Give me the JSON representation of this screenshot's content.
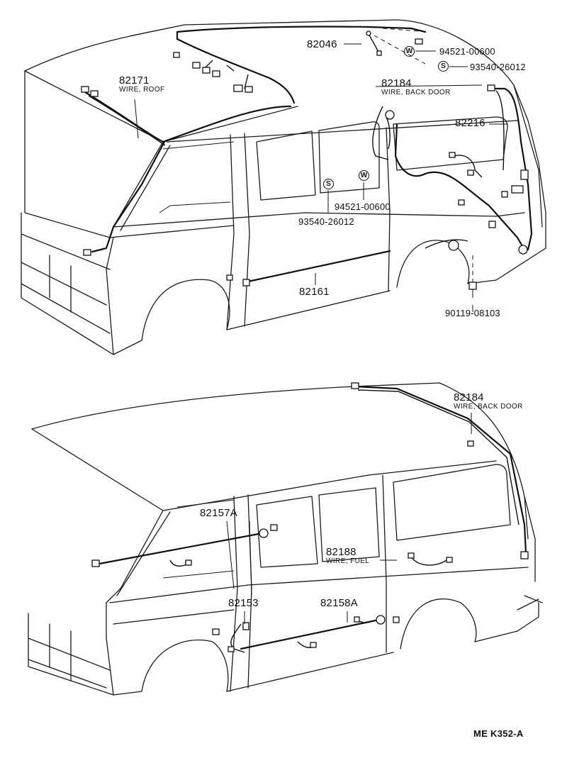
{
  "top_view": {
    "callouts": [
      {
        "id": "82046",
        "part": "82046"
      },
      {
        "id": "94521_top",
        "badge": "W",
        "part": "94521-00600"
      },
      {
        "id": "93540_top",
        "badge": "S",
        "part": "93540-26012"
      },
      {
        "id": "82171",
        "part": "82171",
        "desc": "WIRE, ROOF"
      },
      {
        "id": "82184_top",
        "part": "82184",
        "desc": "WIRE, BACK DOOR"
      },
      {
        "id": "82216",
        "part": "82216"
      },
      {
        "id": "93540_mid",
        "badge": "S",
        "part": "93540-26012"
      },
      {
        "id": "94521_mid",
        "badge": "W",
        "part": "94521-00600"
      },
      {
        "id": "82161",
        "part": "82161"
      },
      {
        "id": "90119",
        "part": "90119-08103"
      }
    ]
  },
  "bottom_view": {
    "callouts": [
      {
        "id": "82184_bot",
        "part": "82184",
        "desc": "WIRE, BACK DOOR"
      },
      {
        "id": "82157A",
        "part": "82157A"
      },
      {
        "id": "82188",
        "part": "82188",
        "desc": "WIRE, FUEL"
      },
      {
        "id": "82153",
        "part": "82153"
      },
      {
        "id": "82158A",
        "part": "82158A"
      }
    ]
  },
  "figure_code": "ME  K352-A"
}
